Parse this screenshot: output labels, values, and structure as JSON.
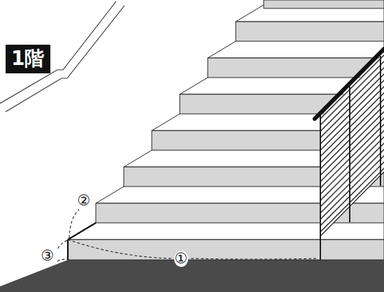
{
  "diagram": {
    "nodes": [
      {
        "text": [
          "1階"
        ]
      }
    ],
    "labels": [
      "①",
      "②",
      "③"
    ]
  }
}
